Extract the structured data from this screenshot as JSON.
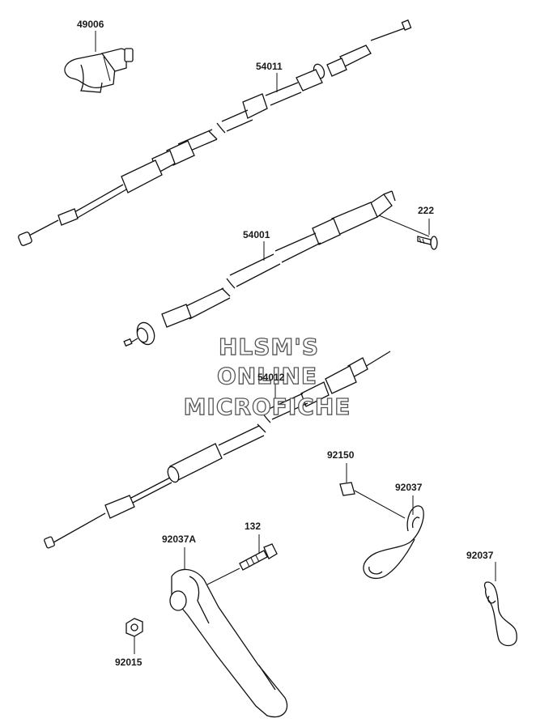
{
  "diagram": {
    "parts": [
      {
        "id": "p49006",
        "number": "49006"
      },
      {
        "id": "p54011",
        "number": "54011"
      },
      {
        "id": "p222",
        "number": "222"
      },
      {
        "id": "p54001",
        "number": "54001"
      },
      {
        "id": "p54012",
        "number": "54012"
      },
      {
        "id": "p92150",
        "number": "92150"
      },
      {
        "id": "p92037a",
        "number": "92037"
      },
      {
        "id": "p92037b",
        "number": "92037"
      },
      {
        "id": "p132",
        "number": "132"
      },
      {
        "id": "p92037A",
        "number": "92037A"
      },
      {
        "id": "p92015",
        "number": "92015"
      }
    ],
    "watermark": {
      "line1": "HLSM'S",
      "line2": "ONLINE",
      "line3": "MICROFICHE"
    }
  }
}
